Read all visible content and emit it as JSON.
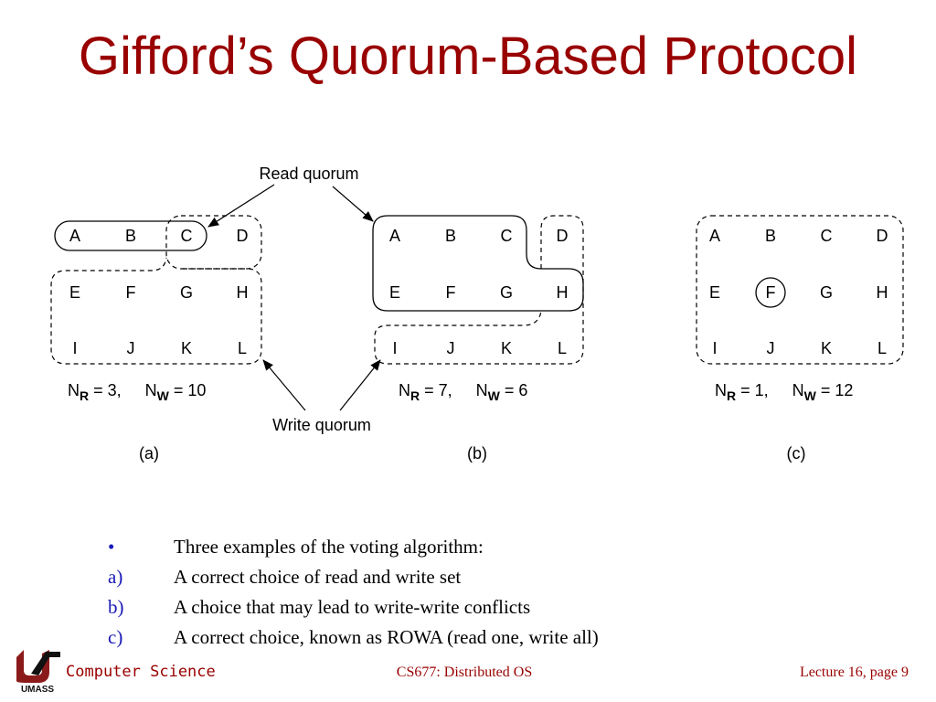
{
  "slide": {
    "title": "Gifford’s Quorum-Based Protocol"
  },
  "diagram": {
    "read_quorum_label": "Read quorum",
    "write_quorum_label": "Write quorum",
    "node_rows": [
      [
        "A",
        "B",
        "C",
        "D"
      ],
      [
        "E",
        "F",
        "G",
        "H"
      ],
      [
        "I",
        "J",
        "K",
        "L"
      ]
    ],
    "panels": [
      {
        "caption": "(a)",
        "nr_label": "N",
        "nr_sub": "R",
        "nr_value": " = 3,",
        "nw_label": "N",
        "nw_sub": "W",
        "nw_value": " = 10"
      },
      {
        "caption": "(b)",
        "nr_label": "N",
        "nr_sub": "R",
        "nr_value": " = 7,",
        "nw_label": "N",
        "nw_sub": "W",
        "nw_value": " = 6"
      },
      {
        "caption": "(c)",
        "nr_label": "N",
        "nr_sub": "R",
        "nr_value": " = 1,",
        "nw_label": "N",
        "nw_sub": "W",
        "nw_value": " = 12"
      }
    ]
  },
  "bullets": [
    {
      "marker": "•",
      "text": "Three examples of the voting algorithm:"
    },
    {
      "marker": "a)",
      "text": "A correct choice of read and write set"
    },
    {
      "marker": "b)",
      "text": "A choice that may lead to write-write conflicts"
    },
    {
      "marker": "c)",
      "text": "A correct choice, known as ROWA (read one, write all)"
    }
  ],
  "footer": {
    "department": "Computer Science",
    "logo_text": "UMASS",
    "course": "CS677: Distributed OS",
    "page": "Lecture 16, page 9"
  },
  "colors": {
    "title": "#990000",
    "footer": "#990000",
    "bullet_marker": "#1a1ab8"
  }
}
